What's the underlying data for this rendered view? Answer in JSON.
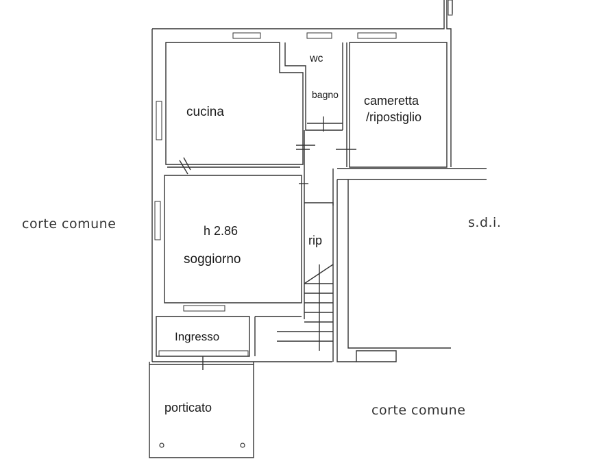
{
  "rooms": {
    "wc": "wc",
    "bagno": "bagno",
    "cucina": "cucina",
    "cameretta_line1": "cameretta",
    "cameretta_line2": "/ripostiglio",
    "height": "h 2.86",
    "soggiorno": "soggiorno",
    "rip": "rip",
    "ingresso": "Ingresso",
    "porticato": "porticato",
    "sdi": "s.d.i."
  },
  "outside": {
    "corte_left": "corte comune",
    "corte_bottom": "corte comune"
  }
}
